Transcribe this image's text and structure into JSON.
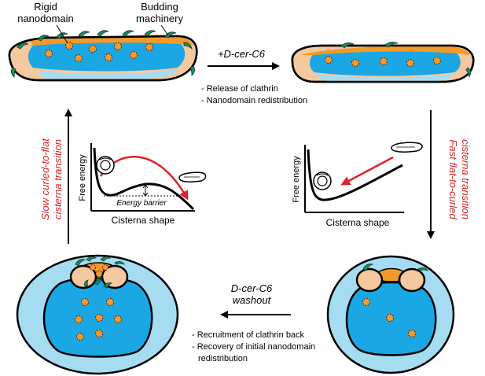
{
  "labels": {
    "rigid_line1": "Rigid",
    "rigid_line2": "nanodomain",
    "budding_line1": "Budding",
    "budding_line2": "machinery",
    "top_treatment": "+D-cer-C6",
    "top_note_1": "- Release of clathrin",
    "top_note_2": "- Nanodomain redistribution",
    "left_transition_line1": "Slow curled-to-flat",
    "left_transition_line2": "cisterna transition",
    "right_transition_line1": "Fast flat-to-curled",
    "right_transition_line2": "cisterna transition",
    "bottom_treatment_line1": "D-cer-C6",
    "bottom_treatment_line2": "washout",
    "bottom_note_1": "- Recruitment of clathrin back",
    "bottom_note_2": "- Recovery of initial nanodomain",
    "bottom_note_3": "redistribution"
  },
  "plots": {
    "left": {
      "ylabel": "Free energy",
      "xlabel": "Cisterna shape",
      "barrier_label": "Energy barrier"
    },
    "right": {
      "ylabel": "Free energy",
      "xlabel": "Cisterna shape"
    }
  },
  "colors": {
    "orange": "#f39a2a",
    "blue": "#1aa7e3",
    "light_blue": "#a6dcf2",
    "beige": "#f5c9a0",
    "green": "#1f8a63",
    "red_arrow": "#e0202a",
    "red_text": "#d6262c"
  }
}
